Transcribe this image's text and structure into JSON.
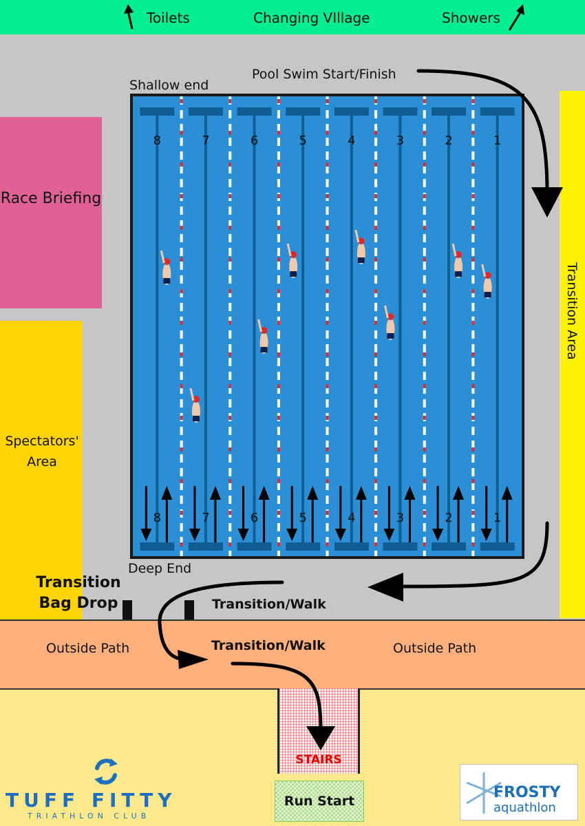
{
  "top_bar": {
    "toilets": "Toilets",
    "changing": "Changing VIllage",
    "showers": "Showers"
  },
  "pool": {
    "start_finish": "Pool Swim Start/Finish",
    "shallow": "Shallow end",
    "deep": "Deep End",
    "lanes": [
      "8",
      "7",
      "6",
      "5",
      "4",
      "3",
      "2",
      "1"
    ]
  },
  "areas": {
    "race_briefing": "Race Briefing",
    "spectators": "Spectators' Area",
    "transition_area": "Transition Area",
    "bag_drop": "Transition Bag Drop",
    "transition_walk_upper": "Transition/Walk",
    "transition_walk_lower": "Transition/Walk",
    "outside_path_left": "Outside Path",
    "outside_path_right": "Outside Path",
    "stairs": "STAIRS",
    "run_start": "Run Start"
  },
  "logos": {
    "tuff_main": "TUFF FITTY",
    "tuff_sub": "TRIATHLON CLUB",
    "frosty_main": "FROSTY",
    "frosty_sub": "aquathlon"
  },
  "colors": {
    "top_bar": "#00ee90",
    "race_briefing": "#e06194",
    "spectators": "#ffd400",
    "transition_area": "#fff200",
    "outside_path": "#ffb07c",
    "pool_water": "#2b8fd6",
    "stairs_label": "#e60000",
    "tuff_logo": "#1e6fc0"
  }
}
